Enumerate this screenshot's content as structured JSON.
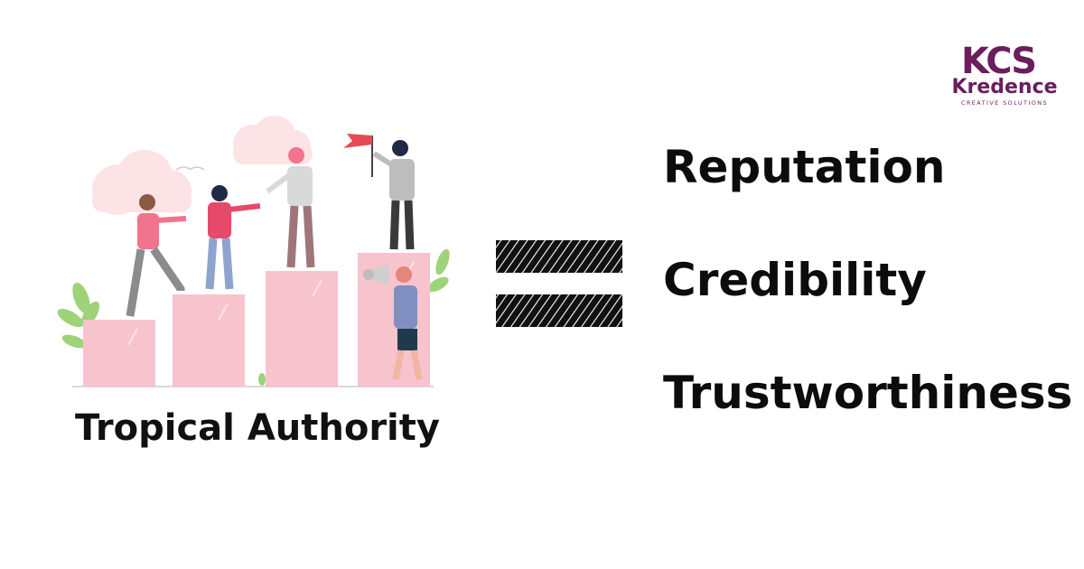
{
  "logo": {
    "mark": "KCS",
    "name": "Kredence",
    "tagline": "CREATIVE SOLUTIONS",
    "color": "#6b1d5e"
  },
  "illustration": {
    "caption": "Tropical Authority",
    "icons": [
      "clouds",
      "people-climbing-steps",
      "flag-icon",
      "megaphone-icon",
      "plant-leaves"
    ]
  },
  "equation": {
    "symbol": "equals-icon"
  },
  "terms": [
    "Reputation",
    "Credibility",
    "Trustworthiness"
  ],
  "colors": {
    "step_pink": "#f7c3cc",
    "cloud_pink": "#fbe3e6",
    "leaf_green": "#9fd37a",
    "text": "#111111"
  }
}
